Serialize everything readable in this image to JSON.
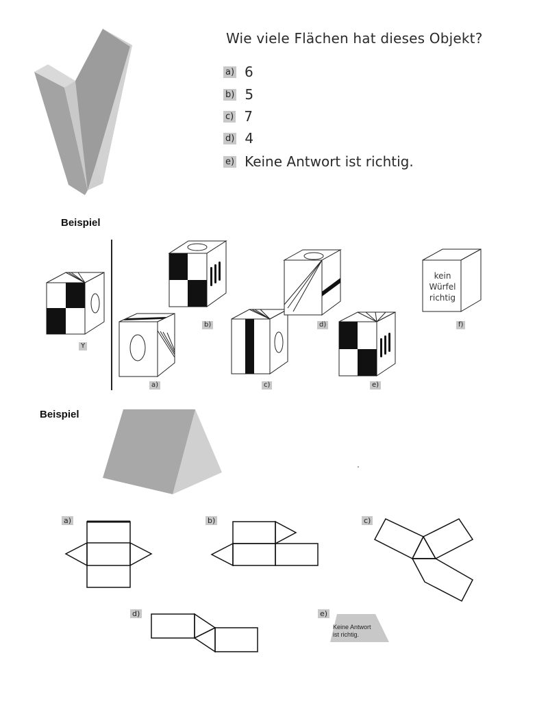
{
  "question": {
    "text": "Wie viele Flächen hat dieses Objekt?",
    "options": [
      {
        "key": "a)",
        "value": "6"
      },
      {
        "key": "b)",
        "value": "5"
      },
      {
        "key": "c)",
        "value": "7"
      },
      {
        "key": "d)",
        "value": "4"
      },
      {
        "key": "e)",
        "value": "Keine Antwort ist richtig."
      }
    ]
  },
  "cube_section": {
    "heading": "Beispiel",
    "reference_label": "Y",
    "option_labels": [
      "a)",
      "b)",
      "c)",
      "d)",
      "e)",
      "f)"
    ],
    "none_text": [
      "kein",
      "Würfel",
      "richtig"
    ]
  },
  "net_section": {
    "heading": "Beispiel",
    "option_labels": [
      "a)",
      "b)",
      "c)",
      "d)",
      "e)"
    ],
    "none_text": [
      "Keine Antwort",
      "ist richtig."
    ]
  },
  "colors": {
    "shape_gray": "#9e9e9e",
    "light_gray": "#c8c8c8",
    "tag_gray": "#c8c8c8"
  }
}
